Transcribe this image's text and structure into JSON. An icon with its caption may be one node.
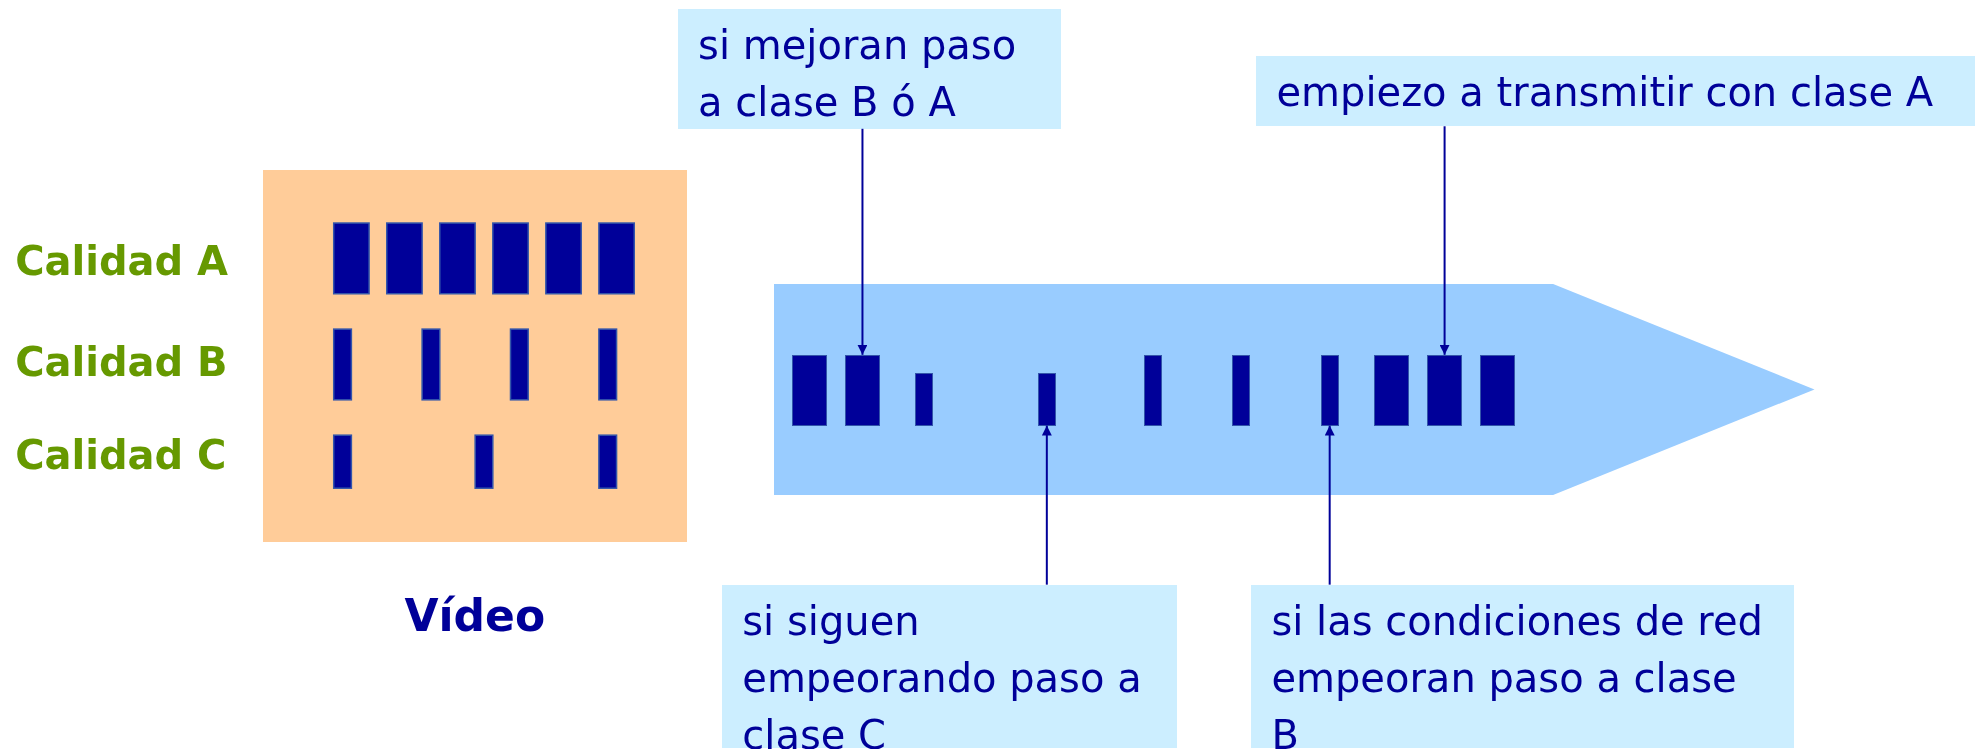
{
  "diagram": {
    "nodes": [
      {
        "text": [
          "Vídeo"
        ]
      },
      {
        "text": [
          "si mejoran paso a clase B ó A"
        ]
      },
      {
        "text": [
          "empiezo a transmitir con clase A"
        ]
      },
      {
        "text": [],
        "shape": "arrow"
      },
      {
        "text": [],
        "shape": "bar",
        "in": 3
      },
      {
        "text": [],
        "shape": "bar",
        "in": 3
      },
      {
        "text": [],
        "shape": "bar",
        "in": 3
      },
      {
        "text": [],
        "shape": "bar",
        "in": 3
      },
      {
        "text": [],
        "shape": "bar",
        "in": 3
      },
      {
        "text": [],
        "shape": "bar",
        "in": 3
      },
      {
        "text": [],
        "shape": "bar",
        "in": 3
      },
      {
        "text": [],
        "shape": "bar",
        "in": 3
      },
      {
        "text": [],
        "shape": "bar",
        "in": 3
      },
      {
        "text": [],
        "shape": "bar",
        "in": 3
      },
      {
        "text": [
          "si siguen empeorando paso a clase C"
        ]
      },
      {
        "text": [
          "si las condiciones de red empeoran paso a clase B"
        ]
      }
    ],
    "edges": [
      {
        "from": 1,
        "to": 5,
        "arrow": "to"
      },
      {
        "from": 2,
        "to": 12,
        "arrow": "to"
      },
      {
        "from": 14,
        "to": 7,
        "arrow": "to"
      },
      {
        "from": 15,
        "to": 10,
        "arrow": "to"
      }
    ],
    "labels": [
      "Calidad A",
      "Calidad B",
      "Calidad C"
    ]
  }
}
